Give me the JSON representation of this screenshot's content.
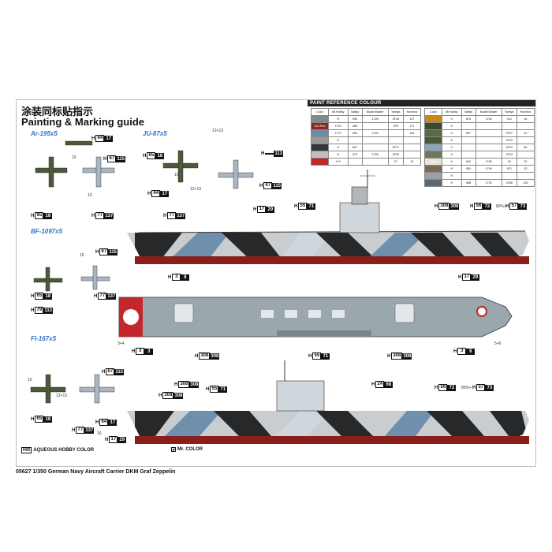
{
  "sheet": {
    "title_cn": "涂装同标贴指示",
    "title_en": "Painting & Marking guide",
    "footer": "05627   1/350   German Navy Aircraft Carrier DKM Graf Zeppelin",
    "legend_aqueous_box": "H00",
    "legend_aqueous": "AQUEOUS HOBBY COLOR",
    "legend_mr": "Mr. COLOR"
  },
  "aircraft": {
    "ar195": "Ar-195x5",
    "ju87": "JU-87x5",
    "bf109": "BF-1097x5",
    "fi167": "FI-167x5"
  },
  "paint_panel": {
    "title": "PAINT  REFERENCE COLOUR",
    "headers": [
      "Color",
      "Mr.Hobby",
      "Vallejo",
      "Model Master",
      "Tamiya",
      "Humbrol"
    ],
    "left_rows": [
      {
        "color": "#7f8a8c",
        "name": "",
        "code_a": "H",
        "code_b": "",
        "vallejo": "996",
        "mm": "1728",
        "tamiya": "XF18",
        "humbrol": "127"
      },
      {
        "color": "#8a2a1e",
        "name": "Hull Red",
        "code_a": "H",
        "code_b": "29",
        "vallejo": "985",
        "mm": "",
        "tamiya": "XF9",
        "humbrol": "177"
      },
      {
        "color": "#6f8da6",
        "name": "",
        "code_a": "H",
        "code_b": "72",
        "vallejo": "906",
        "mm": "1720",
        "tamiya": "",
        "humbrol": "144"
      },
      {
        "color": "#9a9a92",
        "name": "",
        "code_a": "H",
        "code_b": "",
        "vallejo": "",
        "mm": "",
        "tamiya": "",
        "humbrol": ""
      },
      {
        "color": "#35383a",
        "name": "",
        "code_a": "H",
        "code_b": "",
        "vallejo": "897",
        "mm": "",
        "tamiya": "XF17",
        "humbrol": ""
      },
      {
        "color": "#c0c0c0",
        "name": "",
        "code_a": "H",
        "code_b": "",
        "vallejo": "870",
        "mm": "1726",
        "tamiya": "XF20",
        "humbrol": ""
      },
      {
        "color": "#c1272d",
        "name": "",
        "code_a": "H",
        "code_b": "3",
        "vallejo": "",
        "mm": "",
        "tamiya": "X7",
        "humbrol": "19"
      }
    ],
    "right_rows": [
      {
        "color": "#c78a16",
        "name": "",
        "code_a": "H",
        "code_b": "",
        "vallejo": "878",
        "mm": "1744",
        "tamiya": "X12",
        "humbrol": "16"
      },
      {
        "color": "#3a4a35",
        "name": "",
        "code_a": "H",
        "code_b": "",
        "vallejo": "",
        "mm": "",
        "tamiya": "",
        "humbrol": ""
      },
      {
        "color": "#5a6a42",
        "name": "",
        "code_a": "H",
        "code_b": "",
        "vallejo": "897",
        "mm": "",
        "tamiya": "XF27",
        "humbrol": "91"
      },
      {
        "color": "#4a5a3a",
        "name": "",
        "code_a": "H",
        "code_b": "",
        "vallejo": "",
        "mm": "",
        "tamiya": "XF22",
        "humbrol": ""
      },
      {
        "color": "#8fa3b6",
        "name": "",
        "code_a": "H",
        "code_b": "",
        "vallejo": "",
        "mm": "",
        "tamiya": "XF23",
        "humbrol": "65"
      },
      {
        "color": "#6b7a5a",
        "name": "",
        "code_a": "H",
        "code_b": "",
        "vallejo": "",
        "mm": "",
        "tamiya": "XF24",
        "humbrol": ""
      },
      {
        "color": "#e8e4d6",
        "name": "White",
        "code_a": "H",
        "code_b": "",
        "vallejo": "842",
        "mm": "1745",
        "tamiya": "X2",
        "humbrol": "22"
      },
      {
        "color": "#7a6a58",
        "name": "",
        "code_a": "H",
        "code_b": "",
        "vallejo": "950",
        "mm": "1749",
        "tamiya": "XF1",
        "humbrol": "33"
      },
      {
        "color": "#9aa0a4",
        "name": "",
        "code_a": "H",
        "code_b": "",
        "vallejo": "",
        "mm": "",
        "tamiya": "",
        "humbrol": ""
      },
      {
        "color": "#5e6870",
        "name": "",
        "code_a": "H",
        "code_b": "",
        "vallejo": "988",
        "mm": "1733",
        "tamiya": "XF56",
        "humbrol": "125"
      }
    ]
  },
  "codes": [
    {
      "id": "ar-64-17",
      "a": "64",
      "b": "17"
    },
    {
      "id": "ar-67-115",
      "a": "67",
      "b": "115"
    },
    {
      "id": "ar-65-18",
      "a": "65",
      "b": "18"
    },
    {
      "id": "ar-77-137",
      "a": "77",
      "b": "137"
    },
    {
      "id": "ju-65-18",
      "a": "65",
      "b": "18"
    },
    {
      "id": "ju-113",
      "a": "",
      "b": "113"
    },
    {
      "id": "ju-64-17",
      "a": "64",
      "b": "17"
    },
    {
      "id": "ju-67-115",
      "a": "67",
      "b": "115"
    },
    {
      "id": "ju-77-137",
      "a": "77",
      "b": "137"
    },
    {
      "id": "bf-67-115",
      "a": "67",
      "b": "115"
    },
    {
      "id": "bf-65-18",
      "a": "65",
      "b": "18"
    },
    {
      "id": "bf-77-137",
      "a": "77",
      "b": "137"
    },
    {
      "id": "bf-79-113",
      "a": "79",
      "b": "113"
    },
    {
      "id": "fi-65-18",
      "a": "65",
      "b": "18"
    },
    {
      "id": "fi-67-115",
      "a": "67",
      "b": "115"
    },
    {
      "id": "fi-77-137",
      "a": "77",
      "b": "137"
    },
    {
      "id": "fi-64-17",
      "a": "64",
      "b": "17"
    },
    {
      "id": "s-17-29",
      "a": "17",
      "b": "29"
    },
    {
      "id": "s-55-71",
      "a": "55",
      "b": "71"
    },
    {
      "id": "s-308-308",
      "a": "308",
      "b": "308"
    },
    {
      "id": "s-56-72",
      "a": "56",
      "b": "72"
    },
    {
      "id": "s-57-73",
      "a": "57",
      "b": "73"
    },
    {
      "id": "f-3-8",
      "a": "3",
      "b": "8"
    },
    {
      "id": "f-17-29",
      "a": "17",
      "b": "29"
    },
    {
      "id": "f-3-3",
      "a": "3",
      "b": "3"
    },
    {
      "id": "f-308-308a",
      "a": "308",
      "b": "308"
    },
    {
      "id": "f-55-71",
      "a": "55",
      "b": "71"
    },
    {
      "id": "f-308-308b",
      "a": "308",
      "b": "308"
    },
    {
      "id": "f-3-8b",
      "a": "3",
      "b": "8"
    },
    {
      "id": "p-308-308",
      "a": "308",
      "b": "308"
    },
    {
      "id": "p-55-71",
      "a": "55",
      "b": "71"
    },
    {
      "id": "p-308-308b",
      "a": "308",
      "b": "308"
    },
    {
      "id": "p-24-68",
      "a": "24",
      "b": "68"
    },
    {
      "id": "p-56-72",
      "a": "56",
      "b": "72"
    },
    {
      "id": "p-57-73",
      "a": "57",
      "b": "73"
    },
    {
      "id": "p-17-29",
      "a": "17",
      "b": "29"
    }
  ],
  "notes": {
    "pct1": "80%+",
    "pct2": "80%+",
    "n_12_13a": "12+13",
    "n_12_13b": "12+13",
    "n_12_13c": "12+13",
    "n_10a": "10",
    "n_10b": "10",
    "n_10c": "10",
    "n_10d": "10",
    "n_10e": "10",
    "n_3_4": "3+4",
    "n_5_6": "5+6",
    "n_16": "16"
  }
}
